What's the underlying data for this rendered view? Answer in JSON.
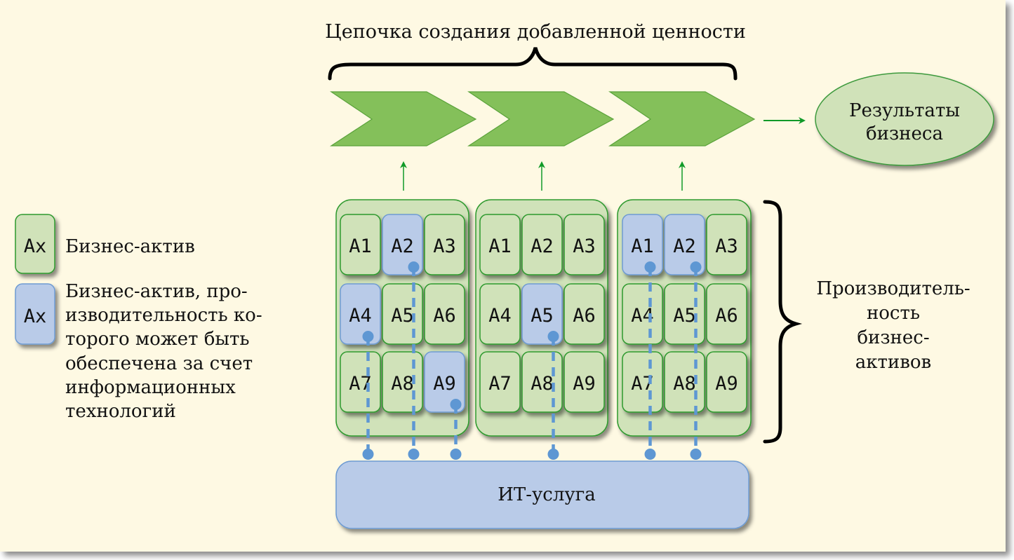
{
  "title": "Цепочка создания добавленной ценности",
  "result": {
    "line1": "Результаты",
    "line2": "бизнеса"
  },
  "it_service": "ИТ-услуга",
  "performance_label": [
    "Производитель-",
    "ность",
    "бизнес-",
    "активов"
  ],
  "legend": {
    "items": [
      {
        "box_label": "Ax",
        "kind": "business",
        "text": [
          "Бизнес-актив"
        ]
      },
      {
        "box_label": "Ax",
        "kind": "it",
        "text": [
          "Бизнес-актив, про-",
          "изводительность ко-",
          "торого может быть",
          "обеспечена за счет",
          "информационных",
          "технологий"
        ]
      }
    ]
  },
  "colors": {
    "background": "#fef9e3",
    "chevron": "#84c05a",
    "chevron_border": "#5aa23a",
    "business_fill": "#d0e2b9",
    "business_border": "#2f9a2f",
    "it_fill": "#b9cbe8",
    "it_border": "#6e9bd2",
    "connector": "#5e97d3",
    "arrow_green": "#109a28"
  },
  "chain_stages": 3,
  "groups": [
    {
      "cells": [
        "A1",
        "A2",
        "A3",
        "A4",
        "A5",
        "A6",
        "A7",
        "A8",
        "A9"
      ],
      "it_supported": [
        "A2",
        "A4",
        "A9"
      ]
    },
    {
      "cells": [
        "A1",
        "A2",
        "A3",
        "A4",
        "A5",
        "A6",
        "A7",
        "A8",
        "A9"
      ],
      "it_supported": [
        "A5"
      ]
    },
    {
      "cells": [
        "A1",
        "A2",
        "A3",
        "A4",
        "A5",
        "A6",
        "A7",
        "A8",
        "A9"
      ],
      "it_supported": [
        "A1",
        "A2"
      ]
    }
  ]
}
